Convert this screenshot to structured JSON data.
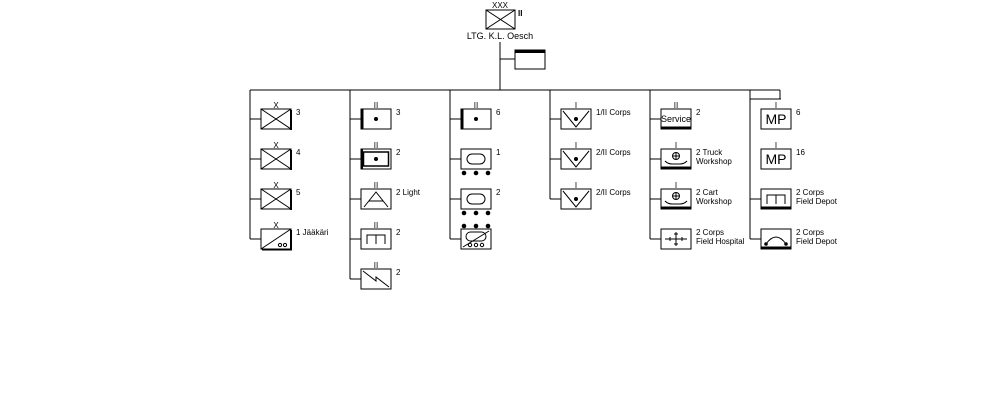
{
  "hq": {
    "echelon": "XXX",
    "designation": "II",
    "commander": "LTG. K.L. Oesch"
  },
  "units": {
    "c1": [
      {
        "id": "div3",
        "echelon": "X",
        "label": "3",
        "icon": "infantry-brigade-icon"
      },
      {
        "id": "div4",
        "echelon": "X",
        "label": "4",
        "icon": "infantry-brigade-icon"
      },
      {
        "id": "div5",
        "echelon": "X",
        "label": "5",
        "icon": "infantry-brigade-icon"
      },
      {
        "id": "jaakari",
        "echelon": "X",
        "label": "1 Jääkäri",
        "icon": "jaeger-brigade-icon"
      }
    ],
    "c2": [
      {
        "id": "art3",
        "echelon": "II",
        "label": "3",
        "icon": "artillery-icon"
      },
      {
        "id": "art2",
        "echelon": "II",
        "label": "2",
        "icon": "field-artillery-icon"
      },
      {
        "id": "aa",
        "echelon": "II",
        "label": "2 Light",
        "icon": "anti-aircraft-icon"
      },
      {
        "id": "eng2",
        "echelon": "II",
        "label": "2",
        "icon": "engineer-icon"
      },
      {
        "id": "sig2",
        "echelon": "II",
        "label": "2",
        "icon": "signal-icon"
      }
    ],
    "c3": [
      {
        "id": "hart6",
        "echelon": "II",
        "label": "6",
        "icon": "heavy-artillery-icon"
      },
      {
        "id": "arm1",
        "echelon": "",
        "label": "1",
        "icon": "armor-icon"
      },
      {
        "id": "arm2",
        "echelon": "",
        "label": "2",
        "icon": "armor-icon"
      },
      {
        "id": "armcav",
        "echelon": "",
        "label": "",
        "icon": "armored-cavalry-icon"
      }
    ],
    "c4": [
      {
        "id": "med1",
        "echelon": "I",
        "label": "1/II Corps",
        "icon": "medical-icon"
      },
      {
        "id": "med2",
        "echelon": "I",
        "label": "2/II Corps",
        "icon": "medical-icon"
      },
      {
        "id": "med3",
        "echelon": "I",
        "label": "2/II Corps",
        "icon": "medical-icon"
      }
    ],
    "c5": [
      {
        "id": "svc",
        "echelon": "II",
        "label": "2",
        "icon": "service-icon",
        "text": "Service"
      },
      {
        "id": "truck",
        "echelon": "I",
        "label": "2 Truck",
        "label2": "Workshop",
        "icon": "maintenance-icon"
      },
      {
        "id": "cart",
        "echelon": "I",
        "label": "2 Cart",
        "label2": "Workshop",
        "icon": "maintenance-icon"
      },
      {
        "id": "hosp",
        "echelon": "I",
        "label": "2 Corps",
        "label2": "Field Hospital",
        "icon": "hospital-icon"
      }
    ],
    "c6": [
      {
        "id": "mp6",
        "echelon": "I",
        "label": "6",
        "icon": "military-police-icon",
        "text": "MP"
      },
      {
        "id": "mp16",
        "echelon": "I",
        "label": "16",
        "icon": "military-police-icon",
        "text": "MP"
      },
      {
        "id": "depot1",
        "echelon": "",
        "label": "2 Corps",
        "label2": "Field Depot",
        "icon": "supply-depot-icon"
      },
      {
        "id": "depot2",
        "echelon": "",
        "label": "2 Corps",
        "label2": "Field Depot",
        "icon": "quartermaster-icon"
      }
    ]
  },
  "colors": {
    "line": "#000000",
    "background": "#ffffff"
  }
}
